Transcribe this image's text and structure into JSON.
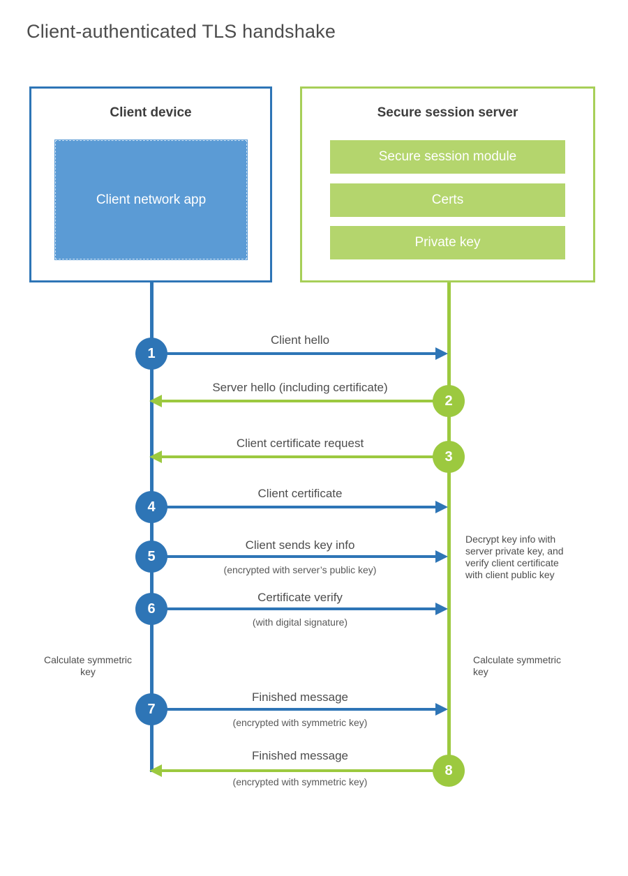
{
  "title": "Client-authenticated TLS handshake",
  "colors": {
    "blue": "#2e75b6",
    "blue_light": "#5b9bd5",
    "green": "#9cc93f",
    "green_light": "#b4d56d",
    "green_border": "#a7cf58"
  },
  "client": {
    "title": "Client device",
    "app": "Client network app"
  },
  "server": {
    "title": "Secure session server",
    "modules": [
      "Secure session module",
      "Certs",
      "Private key"
    ]
  },
  "steps": [
    {
      "num": "1",
      "actor": "client",
      "direction": "right",
      "label": "Client hello",
      "sublabel": ""
    },
    {
      "num": "2",
      "actor": "server",
      "direction": "left",
      "label": "Server hello (including certificate)",
      "sublabel": ""
    },
    {
      "num": "3",
      "actor": "server",
      "direction": "left",
      "label": "Client certificate request",
      "sublabel": ""
    },
    {
      "num": "4",
      "actor": "client",
      "direction": "right",
      "label": "Client certificate",
      "sublabel": ""
    },
    {
      "num": "5",
      "actor": "client",
      "direction": "right",
      "label": "Client sends key info",
      "sublabel": "(encrypted with server’s public key)"
    },
    {
      "num": "6",
      "actor": "client",
      "direction": "right",
      "label": "Certificate verify",
      "sublabel": "(with digital signature)"
    },
    {
      "num": "7",
      "actor": "client",
      "direction": "right",
      "label": "Finished message",
      "sublabel": "(encrypted with symmetric key)"
    },
    {
      "num": "8",
      "actor": "server",
      "direction": "left",
      "label": "Finished message",
      "sublabel": "(encrypted with symmetric key)"
    }
  ],
  "annotations": {
    "decrypt": "Decrypt key info with server private key, and verify client certificate with client public key",
    "calc_left": "Calculate symmetric key",
    "calc_right": "Calculate symmetric key"
  }
}
